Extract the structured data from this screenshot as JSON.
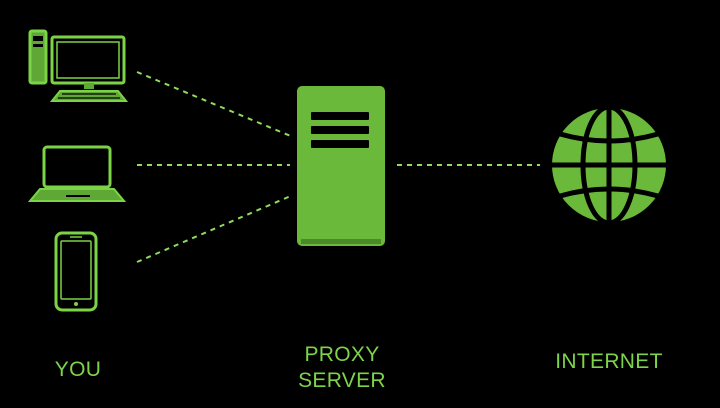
{
  "colors": {
    "background": "#000000",
    "accent": "#7bd346",
    "accent_fill": "#5fa836",
    "label": "#7dd34a"
  },
  "icons": {
    "desktop": "desktop-computer-icon",
    "laptop": "laptop-icon",
    "phone": "smartphone-icon",
    "server": "server-icon",
    "globe": "globe-icon"
  },
  "labels": {
    "you": "YOU",
    "proxy_line1": "PROXY",
    "proxy_line2": "SERVER",
    "internet": "INTERNET"
  }
}
